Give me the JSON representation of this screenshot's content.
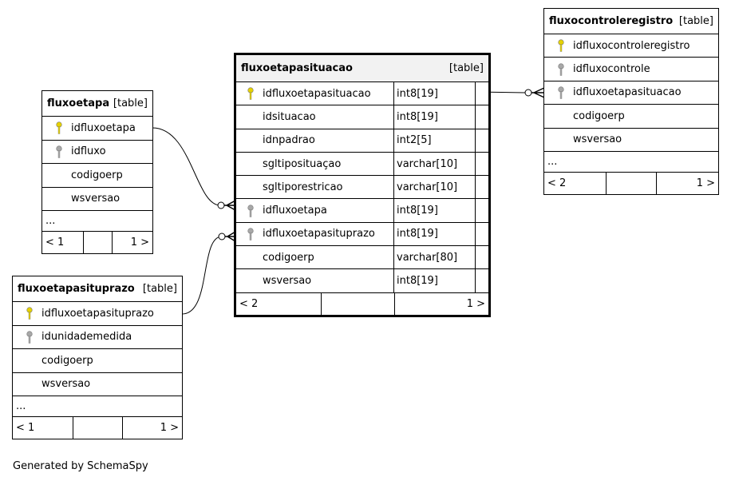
{
  "tables": {
    "fluxoetapa": {
      "name": "fluxoetapa",
      "kind": "[table]",
      "columns": [
        {
          "name": "idfluxoetapa",
          "key": "primary-key"
        },
        {
          "name": "idfluxo",
          "key": "foreign-key"
        },
        {
          "name": "codigoerp",
          "key": ""
        },
        {
          "name": "wsversao",
          "key": ""
        }
      ],
      "ellipsis": "...",
      "nav_left": "< 1",
      "nav_right": "1 >"
    },
    "fluxoetapasituprazo": {
      "name": "fluxoetapasituprazo",
      "kind": "[table]",
      "columns": [
        {
          "name": "idfluxoetapasituprazo",
          "key": "primary-key"
        },
        {
          "name": "idunidademedida",
          "key": "foreign-key"
        },
        {
          "name": "codigoerp",
          "key": ""
        },
        {
          "name": "wsversao",
          "key": ""
        }
      ],
      "ellipsis": "...",
      "nav_left": "< 1",
      "nav_right": "1 >"
    },
    "fluxoetapasituacao": {
      "name": "fluxoetapasituacao",
      "kind": "[table]",
      "columns": [
        {
          "name": "idfluxoetapasituacao",
          "type": "int8[19]",
          "key": "primary-key"
        },
        {
          "name": "idsituacao",
          "type": "int8[19]",
          "key": ""
        },
        {
          "name": "idnpadrao",
          "type": "int2[5]",
          "key": ""
        },
        {
          "name": "sgltiposituaçao",
          "type": "varchar[10]",
          "key": ""
        },
        {
          "name": "sgltiporestricao",
          "type": "varchar[10]",
          "key": ""
        },
        {
          "name": "idfluxoetapa",
          "type": "int8[19]",
          "key": "foreign-key"
        },
        {
          "name": "idfluxoetapasituprazo",
          "type": "int8[19]",
          "key": "foreign-key"
        },
        {
          "name": "codigoerp",
          "type": "varchar[80]",
          "key": ""
        },
        {
          "name": "wsversao",
          "type": "int8[19]",
          "key": ""
        }
      ],
      "nav_left": "< 2",
      "nav_right": "1 >"
    },
    "fluxocontroleregistro": {
      "name": "fluxocontroleregistro",
      "kind": "[table]",
      "columns": [
        {
          "name": "idfluxocontroleregistro",
          "key": "primary-key"
        },
        {
          "name": "idfluxocontrole",
          "key": "foreign-key"
        },
        {
          "name": "idfluxoetapasituacao",
          "key": "foreign-key"
        },
        {
          "name": "codigoerp",
          "key": ""
        },
        {
          "name": "wsversao",
          "key": ""
        }
      ],
      "ellipsis": "...",
      "nav_left": "< 2",
      "nav_right": "1 >"
    }
  },
  "colors": {
    "primary_key": "#e6d200",
    "foreign_key": "#a8a8a8"
  },
  "footer": "Generated by SchemaSpy"
}
